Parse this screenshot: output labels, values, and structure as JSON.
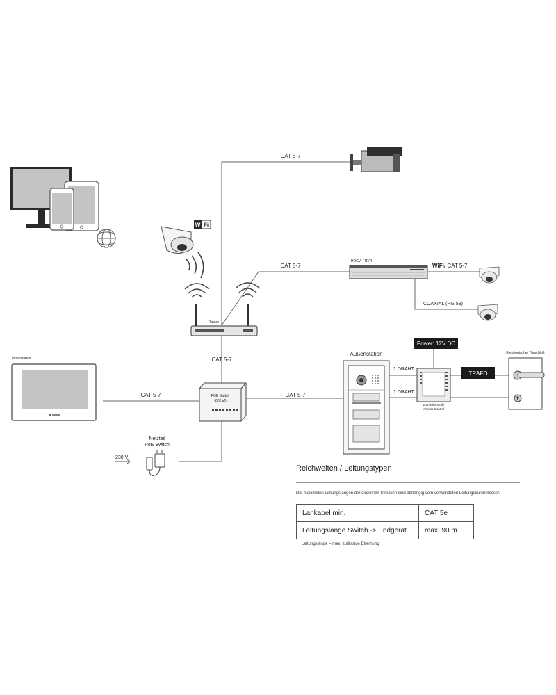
{
  "links": {
    "router_camera": "CAT 5-7",
    "router_nvr": "CAT 5-7",
    "router_switch": "CAT 5-7",
    "monitor_switch": "CAT 5-7",
    "switch_outdoor": "CAT 5-7",
    "nvr_wifi_prefix": "WiFi",
    "nvr_wifi_cable": "/ CAT 5-7",
    "nvr_coaxial": "COAXIAL (RG 59)",
    "outdoor_access_top": "1 DRAHT",
    "outdoor_access_bottom": "1 DRAHT",
    "mains_voltage": "230 V"
  },
  "devices": {
    "wifi_badge_w": "W",
    "wifi_badge_fi": "Fi",
    "router": "Router",
    "nvr": "HDCVI / NVR",
    "poe_switch_line1": "POE Switch",
    "poe_switch_line2": "(802.af)",
    "indoor_station": "Innenstation",
    "outdoor_station": "Außenstation",
    "power_supply": "Power: 12V DC",
    "transformer": "TRAFO",
    "door_opener": "Elektronischer Türschloß",
    "access_control_line1": "Zutrittskontrolle",
    "access_control_line2": "Access Control",
    "psu_line1": "Netzteil",
    "psu_line2": "PoE Switch"
  },
  "range": {
    "title": "Reichweiten / Leitungstypen",
    "note": "Die maximalen Leitungslängen der einzelnen Strecken sind abhängig vom verwendeten Leitungsdurchmesser.",
    "rows": [
      {
        "label": "Lankabel min.",
        "value": "CAT 5e"
      },
      {
        "label": "Leitungslänge Switch -> Endgerät",
        "value": "max. 90 m"
      }
    ],
    "footnote": "Leitungslänge = max. zulässige Etfernung"
  }
}
